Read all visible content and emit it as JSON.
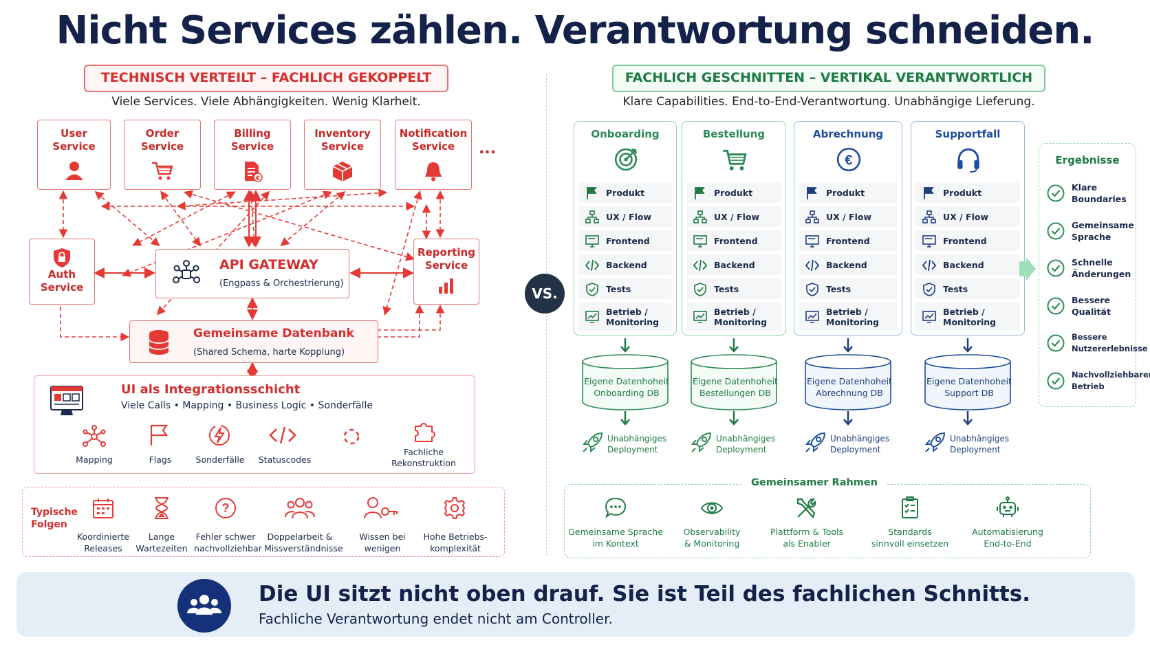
{
  "title": "Nicht Services zählen. Verantwortung schneiden.",
  "left": {
    "header": "TECHNISCH VERTEILT – FACHLICH GEKOPPELT",
    "subtitle": "Viele Services. Viele Abhängigkeiten. Wenig Klarheit.",
    "services": [
      {
        "label_1": "User",
        "label_2": "Service",
        "icon": "user-icon"
      },
      {
        "label_1": "Order",
        "label_2": "Service",
        "icon": "cart-icon"
      },
      {
        "label_1": "Billing",
        "label_2": "Service",
        "icon": "invoice-icon"
      },
      {
        "label_1": "Inventory",
        "label_2": "Service",
        "icon": "box-icon"
      },
      {
        "label_1": "Notification",
        "label_2": "Service",
        "icon": "bell-icon"
      }
    ],
    "more": "...",
    "auth": {
      "label_1": "Auth",
      "label_2": "Service"
    },
    "reporting": {
      "label_1": "Reporting",
      "label_2": "Service"
    },
    "gateway": {
      "title": "API GATEWAY",
      "subtitle": "(Engpass & Orchestrierung)"
    },
    "database": {
      "title": "Gemeinsame Datenbank",
      "subtitle": "(Shared Schema, harte Kopplung)"
    },
    "ui_layer": {
      "title": "UI als Integrationsschicht",
      "subtitle": "Viele Calls • Mapping • Business Logic • Sonderfälle",
      "items": [
        {
          "label": "Mapping",
          "icon": "network-icon"
        },
        {
          "label": "Flags",
          "icon": "flag-icon"
        },
        {
          "label": "Sonderfälle",
          "icon": "lightning-icon"
        },
        {
          "label": "Statuscodes",
          "icon": "code-icon"
        },
        {
          "label": "",
          "icon": "spinner-icon"
        },
        {
          "label_1": "Fachliche",
          "label_2": "Rekonstruktion",
          "icon": "puzzle-icon"
        }
      ]
    },
    "consequences": {
      "label_1": "Typische",
      "label_2": "Folgen",
      "items": [
        {
          "label_1": "Koordinierte",
          "label_2": "Releases",
          "icon": "calendar-icon"
        },
        {
          "label_1": "Lange",
          "label_2": "Wartezeiten",
          "icon": "hourglass-icon"
        },
        {
          "label_1": "Fehler schwer",
          "label_2": "nachvollziehbar",
          "icon": "question-icon"
        },
        {
          "label_1": "Doppelarbeit &",
          "label_2": "Missverständnisse",
          "icon": "people-icon"
        },
        {
          "label_1": "Wissen bei",
          "label_2": "wenigen",
          "icon": "person-key-icon"
        },
        {
          "label_1": "Hohe Betriebs-",
          "label_2": "komplexität",
          "icon": "gear-icon"
        }
      ]
    }
  },
  "vs": "VS.",
  "right": {
    "header": "FACHLICH GESCHNITTEN – VERTIKAL VERANTWORTLICH",
    "subtitle": "Klare Capabilities. End-to-End-Verantwortung. Unabhängige Lieferung.",
    "capabilities": [
      "Produkt",
      "UX / Flow",
      "Frontend",
      "Backend",
      "Tests"
    ],
    "ops_1": "Betrieb /",
    "ops_2": "Monitoring",
    "columns": [
      {
        "title": "Onboarding",
        "icon": "target-icon",
        "color": "#2e8b57",
        "db_1": "Eigene Datenhoheit",
        "db_2": "Onboarding DB"
      },
      {
        "title": "Bestellung",
        "icon": "cart-icon",
        "color": "#2e8b57",
        "db_1": "Eigene Datenhoheit",
        "db_2": "Bestellungen DB"
      },
      {
        "title": "Abrechnung",
        "icon": "euro-icon",
        "color": "#1f4e9c",
        "db_1": "Eigene Datenhoheit",
        "db_2": "Abrechnung DB"
      },
      {
        "title": "Supportfall",
        "icon": "headset-icon",
        "color": "#1f4e9c",
        "db_1": "Eigene Datenhoheit",
        "db_2": "Support DB"
      }
    ],
    "deploy_1": "Unabhängiges",
    "deploy_2": "Deployment",
    "results": {
      "title": "Ergebnisse",
      "items": [
        {
          "label_1": "Klare",
          "label_2": "Boundaries"
        },
        {
          "label_1": "Gemeinsame",
          "label_2": "Sprache"
        },
        {
          "label_1": "Schnelle",
          "label_2": "Änderungen"
        },
        {
          "label_1": "Bessere",
          "label_2": "Qualität"
        },
        {
          "label_1": "Bessere",
          "label_2": "Nutzererlebnisse"
        },
        {
          "label_1": "Nachvollziehbarer",
          "label_2": "Betrieb"
        }
      ]
    },
    "framework": {
      "title": "Gemeinsamer Rahmen",
      "items": [
        {
          "label_1": "Gemeinsame Sprache",
          "label_2": "im Kontext",
          "icon": "chat-icon"
        },
        {
          "label_1": "Observability",
          "label_2": "& Monitoring",
          "icon": "eye-icon"
        },
        {
          "label_1": "Plattform & Tools",
          "label_2": "als Enabler",
          "icon": "tools-icon"
        },
        {
          "label_1": "Standards",
          "label_2": "sinnvoll einsetzen",
          "icon": "checklist-icon"
        },
        {
          "label_1": "Automatisierung",
          "label_2": "End-to-End",
          "icon": "robot-icon"
        }
      ]
    }
  },
  "footer": {
    "title": "Die UI sitzt nicht oben drauf. Sie ist Teil des fachlichen Schnitts.",
    "subtitle": "Fachliche Verantwortung endet nicht am Controller.",
    "icon": "team-icon"
  },
  "colors": {
    "red": "#d32f2f",
    "green": "#2e8b57",
    "blue": "#1f4e9c",
    "navy": "#14224a"
  }
}
